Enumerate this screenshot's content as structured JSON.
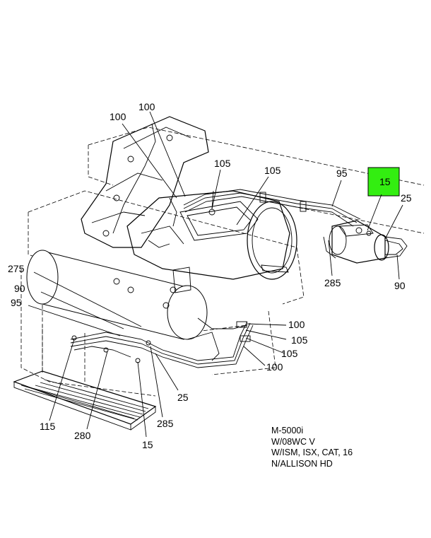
{
  "callouts": {
    "c100_a": "100",
    "c100_b": "100",
    "c105_a": "105",
    "c105_b": "105",
    "c95_a": "95",
    "c15_highlight": "15",
    "c25_a": "25",
    "c285_a": "285",
    "c90_a": "90",
    "c275": "275",
    "c90_b": "90",
    "c95_b": "95",
    "c100_c": "100",
    "c105_c": "105",
    "c105_d": "105",
    "c100_d": "100",
    "c25_b": "25",
    "c115": "115",
    "c280": "280",
    "c285_b": "285",
    "c15_b": "15"
  },
  "caption": {
    "line1": "M-5000i",
    "line2": "W/08WC V",
    "line3": "W/ISM, ISX, CAT, 16",
    "line4": "N/ALLISON HD"
  },
  "colors": {
    "highlight": "#33ee11",
    "line": "#000000",
    "background": "#ffffff"
  }
}
